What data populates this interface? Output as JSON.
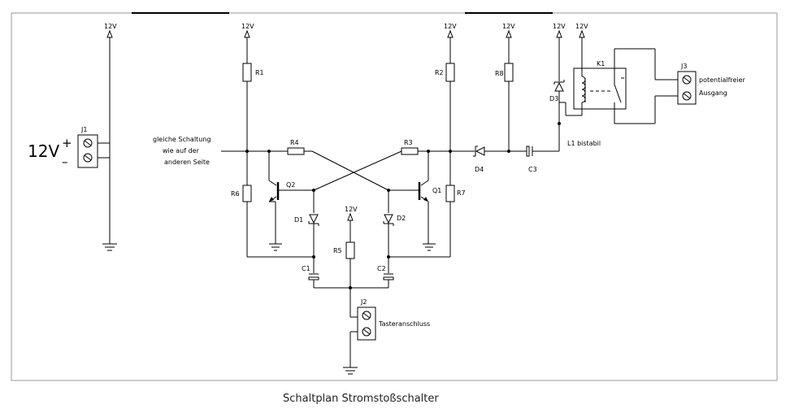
{
  "power_labels": {
    "p1": "12V",
    "p2": "12V",
    "p3": "12V",
    "p4": "12V",
    "p5": "12V",
    "p6": "12V",
    "p7": "12V"
  },
  "supply": {
    "voltage": "12V",
    "plus": "+",
    "minus": "–"
  },
  "components": {
    "J1": "J1",
    "J2": "J2",
    "J3": "J3",
    "K1": "K1",
    "R1": "R1",
    "R2": "R2",
    "R3": "R3",
    "R4": "R4",
    "R5": "R5",
    "R6": "R6",
    "R7": "R7",
    "R8": "R8",
    "Q1": "Q1",
    "Q2": "Q2",
    "D1": "D1",
    "D2": "D2",
    "D3": "D3",
    "D4": "D4",
    "C1": "C1",
    "C2": "C2",
    "C3": "C3"
  },
  "notes": {
    "same_circuit": [
      "gleiche Schaltung",
      "wie auf der",
      "anderen Seite"
    ],
    "relay_type": "L1 bistabil",
    "output": [
      "potentialfreier",
      "Ausgang"
    ],
    "button": "Tasteranschluss"
  },
  "caption": "Schaltplan Stromstoßschalter"
}
